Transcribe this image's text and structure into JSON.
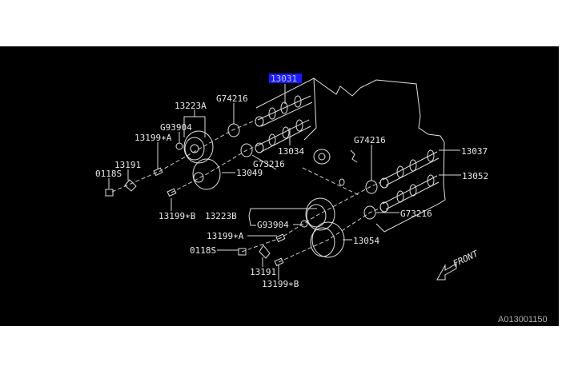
{
  "diagram": {
    "selected_part": "13031",
    "highlight_color": "#1a1aff",
    "background_color": "#000000",
    "reference_code": "A013001150",
    "front_label": "FRONT",
    "callouts": {
      "c13031": "13031",
      "g74216_a": "G74216",
      "c13223a": "13223A",
      "g93904_a": "G93904",
      "c13199a_1": "13199∗A",
      "c13191_1": "13191",
      "c0118s_1": "0118S",
      "c13049": "13049",
      "c13034": "13034",
      "g73216_a": "G73216",
      "c13199b_1": "13199∗B",
      "c13223b": "13223B",
      "g93904_b": "G93904",
      "c13199a_2": "13199∗A",
      "c0118s_2": "0118S",
      "c13054": "13054",
      "c13191_2": "13191",
      "c13199b_2": "13199∗B",
      "g74216_b": "G74216",
      "c13037": "13037",
      "c13052": "13052",
      "g73216_b": "G73216"
    }
  }
}
